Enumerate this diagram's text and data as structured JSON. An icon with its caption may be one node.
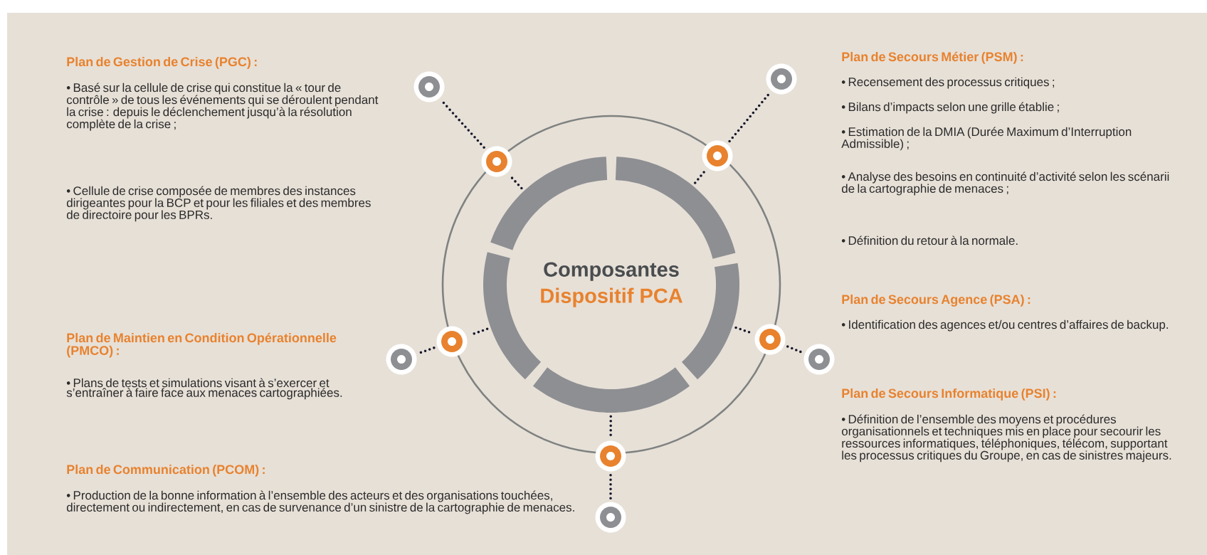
{
  "diagram": {
    "nodes": [
      {
        "text": [
          "Composantes",
          "Dispositif PCA"
        ]
      },
      {
        "text": [],
        "shape": "circle"
      },
      {
        "text": [],
        "shape": "circle"
      },
      {
        "text": [],
        "shape": "circle"
      },
      {
        "text": [],
        "shape": "circle"
      },
      {
        "text": [],
        "shape": "circle"
      },
      {
        "text": [],
        "shape": "circle"
      },
      {
        "text": [],
        "shape": "circle"
      },
      {
        "text": [],
        "shape": "circle"
      },
      {
        "text": [],
        "shape": "circle"
      },
      {
        "text": [],
        "shape": "circle"
      }
    ],
    "edges": [
      {
        "from": 0,
        "to": 2,
        "arrow": "none"
      },
      {
        "from": 2,
        "to": 1,
        "arrow": "none"
      },
      {
        "from": 0,
        "to": 4,
        "arrow": "none"
      },
      {
        "from": 4,
        "to": 3,
        "arrow": "none"
      },
      {
        "from": 0,
        "to": 6,
        "arrow": "none"
      },
      {
        "from": 6,
        "to": 5,
        "arrow": "none"
      },
      {
        "from": 0,
        "to": 7,
        "arrow": "none"
      },
      {
        "from": 7,
        "to": 8,
        "arrow": "none"
      },
      {
        "from": 0,
        "to": 9,
        "arrow": "none"
      },
      {
        "from": 9,
        "to": 10,
        "arrow": "none"
      }
    ],
    "labels": [
      "Plan de Gestion de Crise (PGC) :",
      "• Basé sur la cellule de crise qui constitue la « tour de contrôle » de tous les événements qui se déroulent pendant la crise : depuis le déclenchement jusqu’à la résolution complète de la crise ;",
      "• Cellule de crise composée de membres des instances dirigeantes pour la BCP et pour les filiales et des membres de directoire pour les BPRs.",
      "Plan de Maintien en Condition Opérationnelle (PMCO) :",
      "• Plans de tests et simulations visant à s’exercer et s’entraîner à faire face aux menaces cartographiées.",
      "Plan de Communication (PCOM) :",
      "• Production de la bonne information à l’ensemble des acteurs et des organisations touchées, directement ou indirectement, en cas de survenance d’un sinistre de la cartographie de menaces.",
      "Plan de Secours Métier (PSM) :",
      "• Recensement des processus critiques ;",
      "• Bilans d’impacts selon une grille établie ;",
      "• Estimation de la DMIA (Durée Maximum d’Interruption Admissible) ;",
      "• Analyse des besoins en continuité d’activité selon les scénarii de la cartographie de menaces ;",
      "• Définition du retour à la normale.",
      "Plan de Secours Agence (PSA) :",
      "• Identification des agences et/ou centres d’affaires de backup.",
      "Plan de Secours Informatique (PSI) :",
      "• Définition de l’ensemble des moyens et procédures organisationnels et techniques mis en place pour secourir les ressources informatiques, téléphoniques, télécom, supportant les processus critiques du Groupe, en cas de sinistres majeurs."
    ]
  }
}
